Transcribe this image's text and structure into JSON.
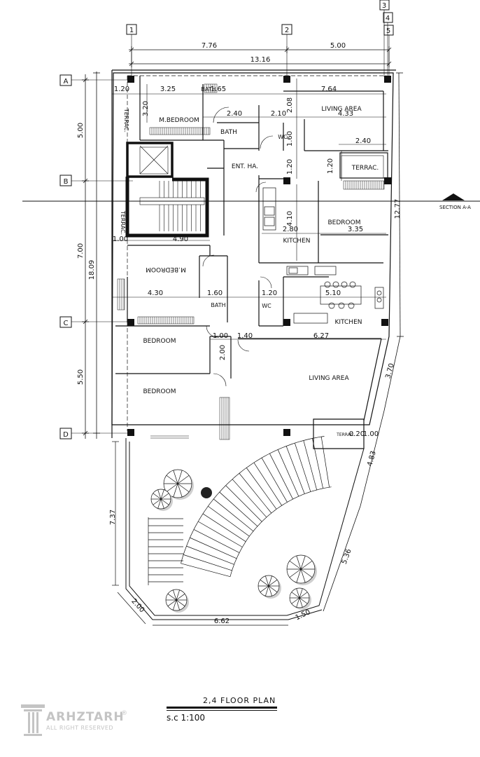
{
  "axes": {
    "vertical": [
      "1",
      "2",
      "3",
      "4",
      "5"
    ],
    "horizontal": [
      "A",
      "B",
      "C",
      "D"
    ]
  },
  "dimensions": {
    "top_1_2": "7.76",
    "top_2_5": "5.00",
    "top_total": "13.16",
    "left_a_b": "5.00",
    "left_b_c": "7.00",
    "left_c_d": "5.50",
    "left_total": "18.09",
    "right_total": "12.77",
    "right_lower_1": "3.70",
    "right_lower_2": "4.83",
    "right_lower_3": "5.36",
    "yard_left": "7.37",
    "yard_bottom_left": "2.00",
    "yard_bottom": "6.62",
    "yard_corner": "1.50",
    "inner": [
      "1.20",
      "3.25",
      "1.65",
      "2.08",
      "7.64",
      "3.20",
      "2.40",
      "2.10",
      "4.33",
      "1.60",
      "2.40",
      "1.20",
      "1.20",
      "4.10",
      "2.80",
      "3.35",
      "1.00",
      "4.90",
      "4.30",
      "1.60",
      "1.20",
      "5.10",
      "1.00",
      "1.40",
      "6.27",
      "2.00",
      "1.00",
      "0.20"
    ]
  },
  "rooms": {
    "terrace_nw": "TERRAC.",
    "m_bedroom_top": "M.BEDROOM",
    "bath_top_small": "BATH",
    "bath_top": "BATH",
    "wc_top": "WC",
    "living_top": "LIVING AREA",
    "terrace_ne": "TERRAC.",
    "ent_hall": "ENT. HA.",
    "terrace_w": "TERRAC.",
    "bedroom_e": "BEDROOM",
    "kitchen_top": "KITCHEN",
    "m_bedroom_mid": "M.BEDROOM",
    "bath_mid": "BATH",
    "wc_mid": "WC",
    "kitchen_mid": "KITCHEN",
    "bedroom_sw1": "BEDROOM",
    "bedroom_sw2": "BEDROOM",
    "living_bottom": "LIVING AREA",
    "terrace_se": "TERRAC."
  },
  "section_label": "SECTION A-A",
  "title": {
    "plan_name": "2,4 FLOOR PLAN",
    "scale": "s.c 1:100"
  },
  "logo": {
    "brand": "ARHZTARH",
    "registered": "®",
    "tagline": "ALL RIGHT RESERVED"
  },
  "colors": {
    "ink": "#111111",
    "hatch": "#9a9a9a",
    "watermark": "#c4c4c4"
  }
}
